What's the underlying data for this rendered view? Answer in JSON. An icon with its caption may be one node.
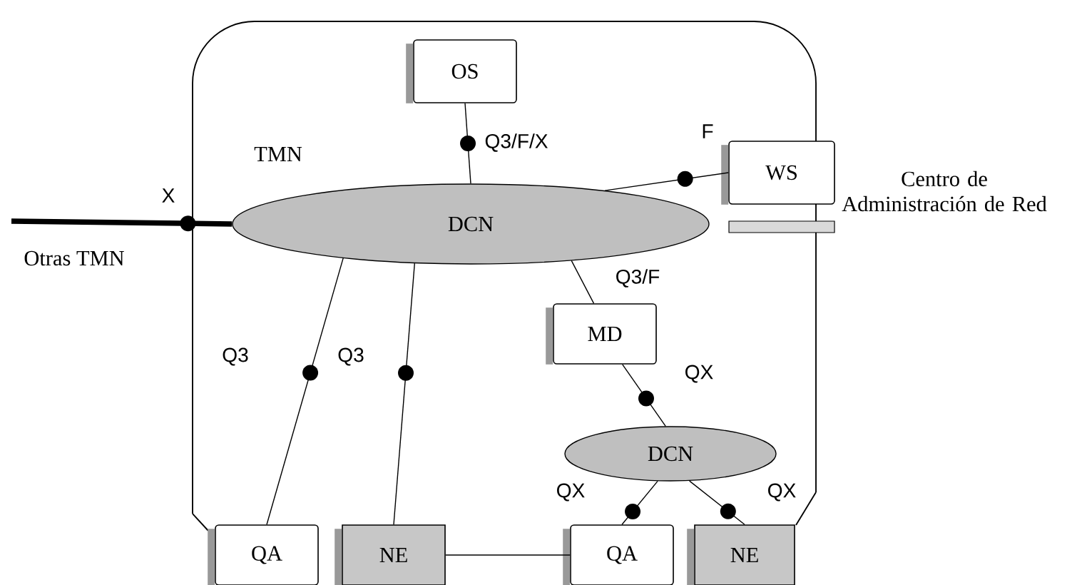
{
  "diagram": {
    "nodes": [
      {
        "text": [
          "TMN"
        ]
      },
      {
        "text": [
          "OS"
        ],
        "in": 0
      },
      {
        "text": [
          "DCN"
        ],
        "in": 0
      },
      {
        "text": [
          "WS"
        ],
        "beside": [
          "Centro de Administración de Red"
        ]
      },
      {
        "text": [
          "MD"
        ],
        "in": 0
      },
      {
        "text": [
          "DCN"
        ],
        "in": 0
      },
      {
        "text": [
          "QA"
        ]
      },
      {
        "text": [
          "NE"
        ]
      },
      {
        "text": [
          "QA"
        ]
      },
      {
        "text": [
          "NE"
        ]
      }
    ],
    "edges": [
      {
        "from": 1,
        "to": 2,
        "arrow": "none",
        "label": "Q3/F/X"
      },
      {
        "from": 3,
        "to": 2,
        "arrow": "none",
        "label": "F"
      },
      {
        "from": null,
        "to": 2,
        "arrow": "none",
        "label": "X",
        "style": "thick"
      },
      {
        "from": 2,
        "to": 4,
        "arrow": "none",
        "label": "Q3/F"
      },
      {
        "from": 2,
        "to": 6,
        "arrow": "none",
        "label": "Q3"
      },
      {
        "from": 2,
        "to": 7,
        "arrow": "none",
        "label": "Q3"
      },
      {
        "from": 4,
        "to": 5,
        "arrow": "none",
        "label": "QX"
      },
      {
        "from": 5,
        "to": 8,
        "arrow": "none",
        "label": "QX"
      },
      {
        "from": 5,
        "to": 9,
        "arrow": "none",
        "label": "QX"
      },
      {
        "from": 7,
        "to": 8,
        "arrow": "none"
      }
    ],
    "labels": [
      "Otras TMN"
    ]
  }
}
